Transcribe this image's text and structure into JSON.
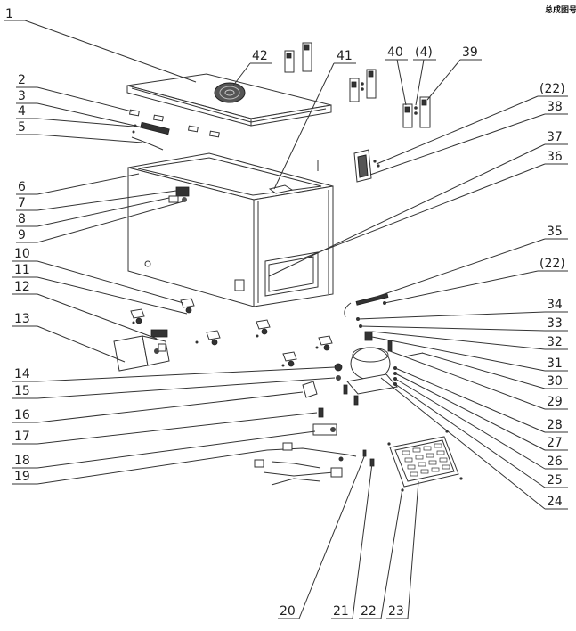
{
  "corner_text": "总成图号:",
  "callouts": [
    {
      "n": "1"
    },
    {
      "n": "2"
    },
    {
      "n": "3"
    },
    {
      "n": "4"
    },
    {
      "n": "5"
    },
    {
      "n": "6"
    },
    {
      "n": "7"
    },
    {
      "n": "8"
    },
    {
      "n": "9"
    },
    {
      "n": "10"
    },
    {
      "n": "11"
    },
    {
      "n": "12"
    },
    {
      "n": "13"
    },
    {
      "n": "14"
    },
    {
      "n": "15"
    },
    {
      "n": "16"
    },
    {
      "n": "17"
    },
    {
      "n": "18"
    },
    {
      "n": "19"
    },
    {
      "n": "20"
    },
    {
      "n": "21"
    },
    {
      "n": "22"
    },
    {
      "n": "23"
    },
    {
      "n": "24"
    },
    {
      "n": "25"
    },
    {
      "n": "26"
    },
    {
      "n": "27"
    },
    {
      "n": "28"
    },
    {
      "n": "29"
    },
    {
      "n": "30"
    },
    {
      "n": "31"
    },
    {
      "n": "32"
    },
    {
      "n": "33"
    },
    {
      "n": "34"
    },
    {
      "n": "(22)"
    },
    {
      "n": "35"
    },
    {
      "n": "36"
    },
    {
      "n": "37"
    },
    {
      "n": "38"
    },
    {
      "n": "(22)"
    },
    {
      "n": "39"
    },
    {
      "n": "(4)"
    },
    {
      "n": "40"
    },
    {
      "n": "41"
    },
    {
      "n": "42"
    }
  ]
}
